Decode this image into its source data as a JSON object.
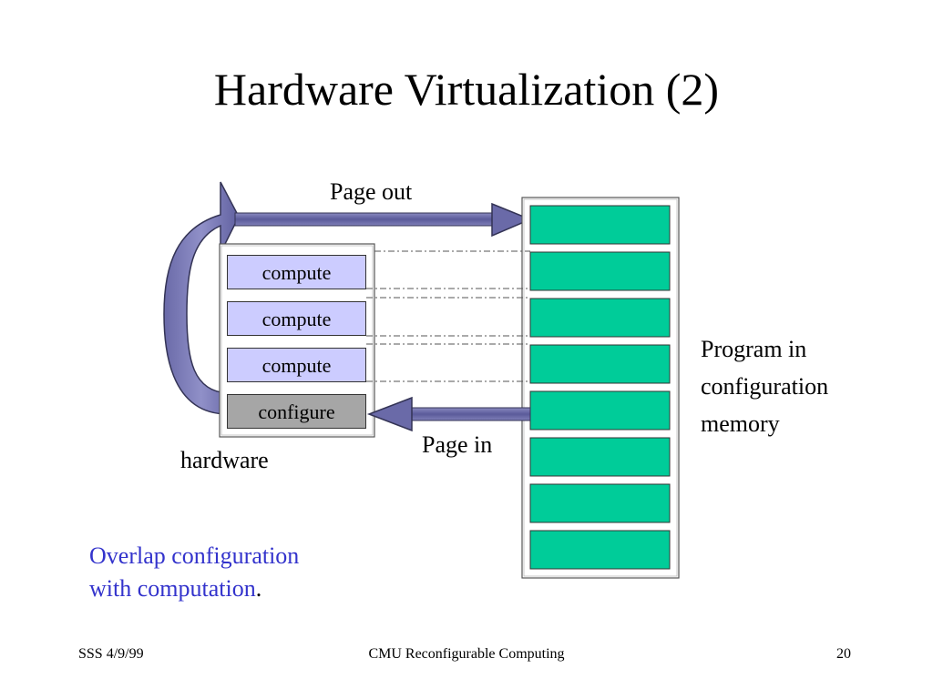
{
  "slide": {
    "title": "Hardware Virtualization (2)",
    "labels": {
      "page_out": "Page out",
      "page_in": "Page in",
      "hardware": "hardware",
      "memory_line1": "Program in",
      "memory_line2": "configuration",
      "memory_line3": "memory"
    },
    "hardware_slots": [
      "compute",
      "compute",
      "compute",
      "configure"
    ],
    "memory_page_count": 8,
    "note": {
      "line1": "Overlap configuration",
      "line2": "with computation",
      "period": "."
    }
  },
  "footer": {
    "left": "SSS 4/9/99",
    "center": "CMU Reconfigurable Computing",
    "right": "20"
  },
  "colors": {
    "compute_fill": "#ccccff",
    "configure_fill": "#a6a6a6",
    "memory_page_fill": "#00cc99",
    "arrow_fill": "#6666aa",
    "note_text": "#3333cc"
  }
}
